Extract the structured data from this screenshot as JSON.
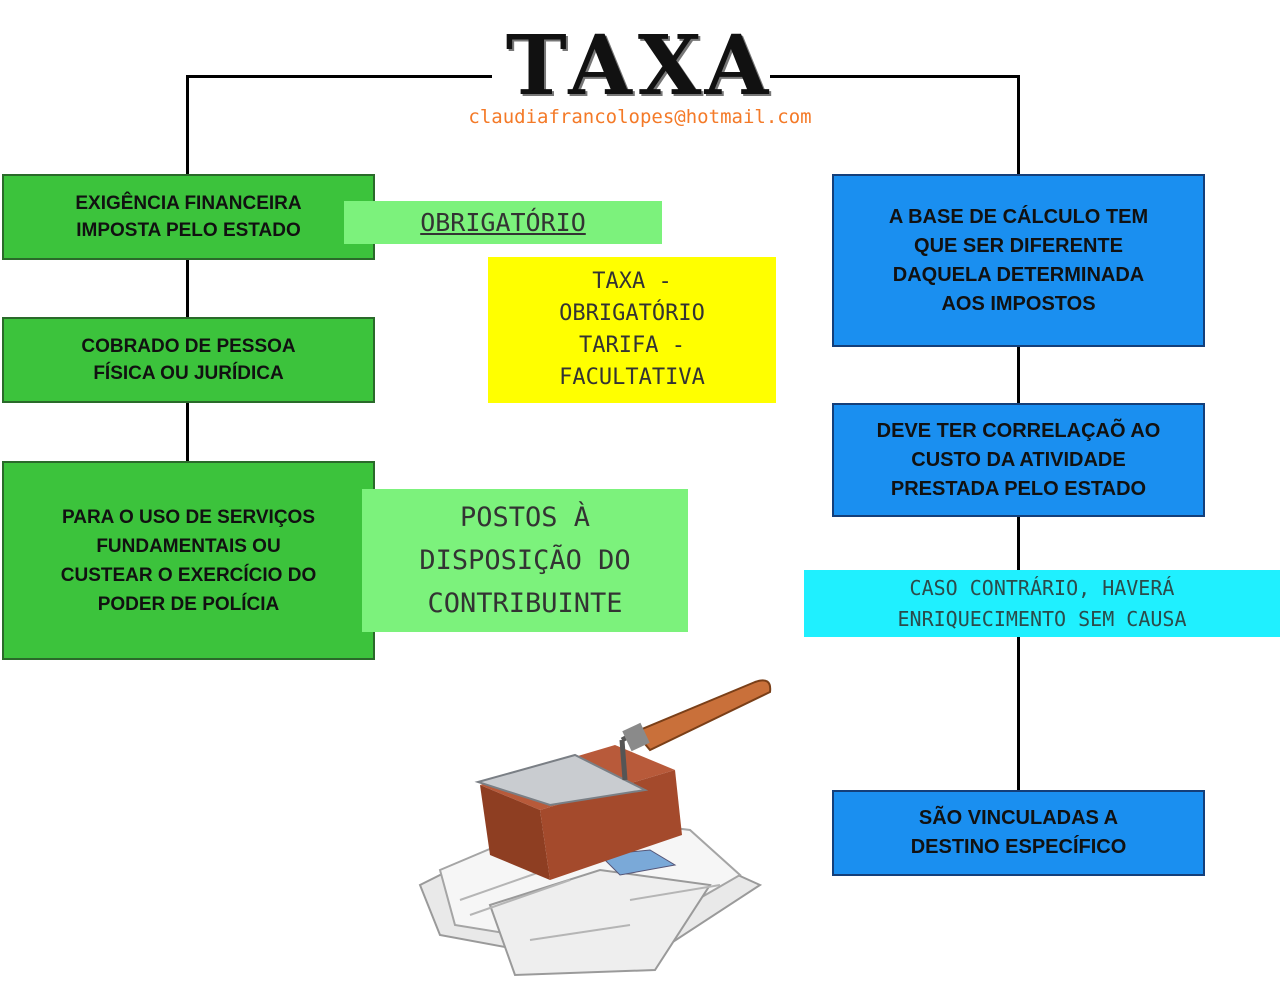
{
  "header": {
    "title": "TAXA",
    "email": "claudiafrancolopes@hotmail.com"
  },
  "left": [
    {
      "text": "EXIGÊNCIA FINANCEIRA\nIMPOSTA PELO ESTADO"
    },
    {
      "text": "COBRADO DE PESSOA\nFÍSICA OU JURÍDICA"
    },
    {
      "text": "PARA O USO DE SERVIÇOS\nFUNDAMENTAIS OU\nCUSTEAR O EXERCÍCIO DO\nPODER DE POLÍCIA"
    }
  ],
  "right": [
    {
      "text": "A BASE DE CÁLCULO TEM\nQUE SER DIFERENTE\nDAQUELA DETERMINADA\nAOS IMPOSTOS"
    },
    {
      "text": "DEVE TER CORRELAÇAÕ AO\nCUSTO DA ATIVIDADE\nPRESTADA PELO ESTADO"
    },
    {
      "text": "SÃO VINCULADAS A\nDESTINO ESPECÍFICO"
    }
  ],
  "notes": {
    "obrigatorio": "OBRIGATÓRIO",
    "taxa_tarifa": "TAXA -\nOBRIGATÓRIO\nTARIFA -\nFACULTATIVA",
    "postos": "POSTOS À\nDISPOSIÇÃO DO\nCONTRIBUINTE",
    "caso": "CASO CONTRÁRIO, HAVERÁ\nENRIQUECIMENTO SEM CAUSA"
  },
  "colors": {
    "green_box": "#3cc33c",
    "light_green_note": "#7cf27c",
    "yellow_note": "#ffff00",
    "blue_box": "#1a8ff0",
    "cyan_note": "#1ff0ff",
    "email": "#f47a28"
  },
  "illustration": "trowel-brick-and-papers"
}
